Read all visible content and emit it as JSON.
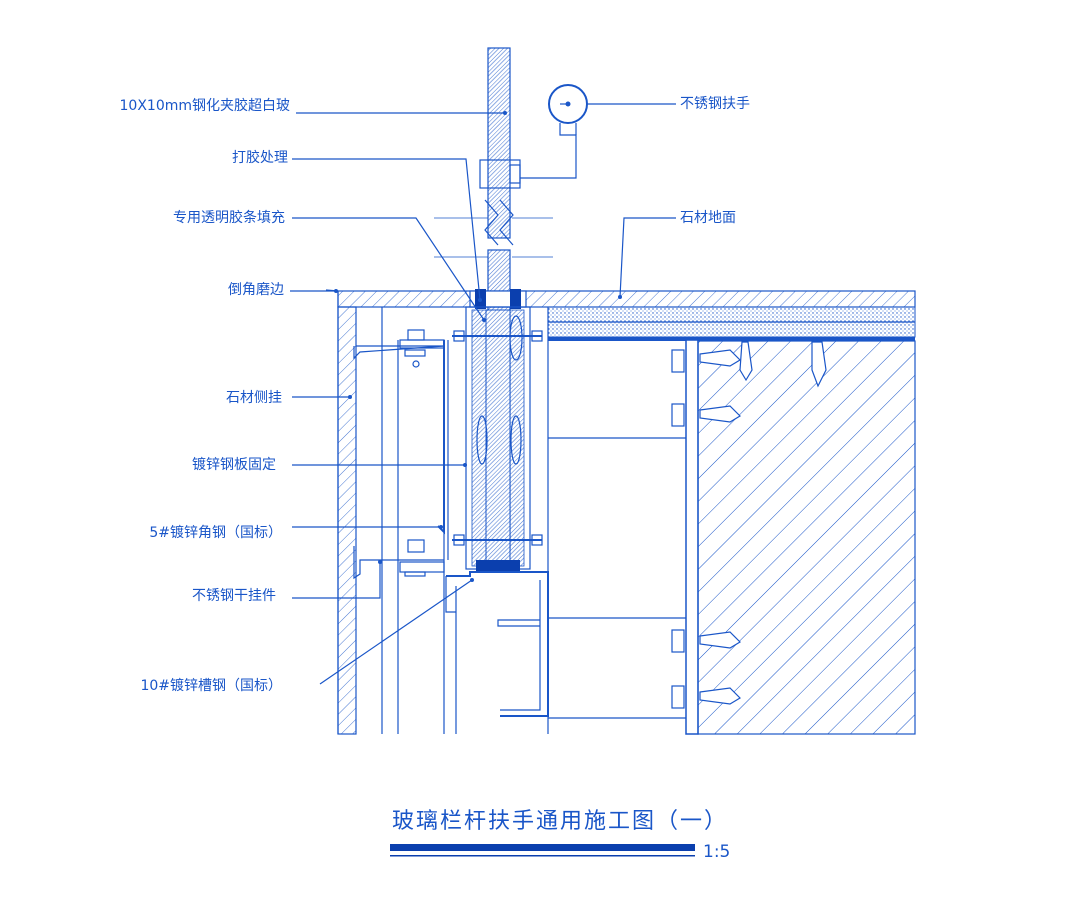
{
  "labels": {
    "glass": "10X10mm钢化夹胶超白玻",
    "glue": "打胶处理",
    "clear_strip": "专用透明胶条填充",
    "chamfer": "倒角磨边",
    "stone_side": "石材侧挂",
    "plate": "镀锌钢板固定",
    "angle": "5#镀锌角钢（国标）",
    "hanger": "不锈钢干挂件",
    "channel": "10#镀锌槽钢（国标）",
    "handrail": "不锈钢扶手",
    "stone_floor": "石材地面"
  },
  "title": {
    "text": "玻璃栏杆扶手通用施工图（一）",
    "scale": "1:5"
  },
  "colors": {
    "line": "#1a56c8",
    "title_bar": "#0b3fae",
    "background": "#ffffff"
  }
}
